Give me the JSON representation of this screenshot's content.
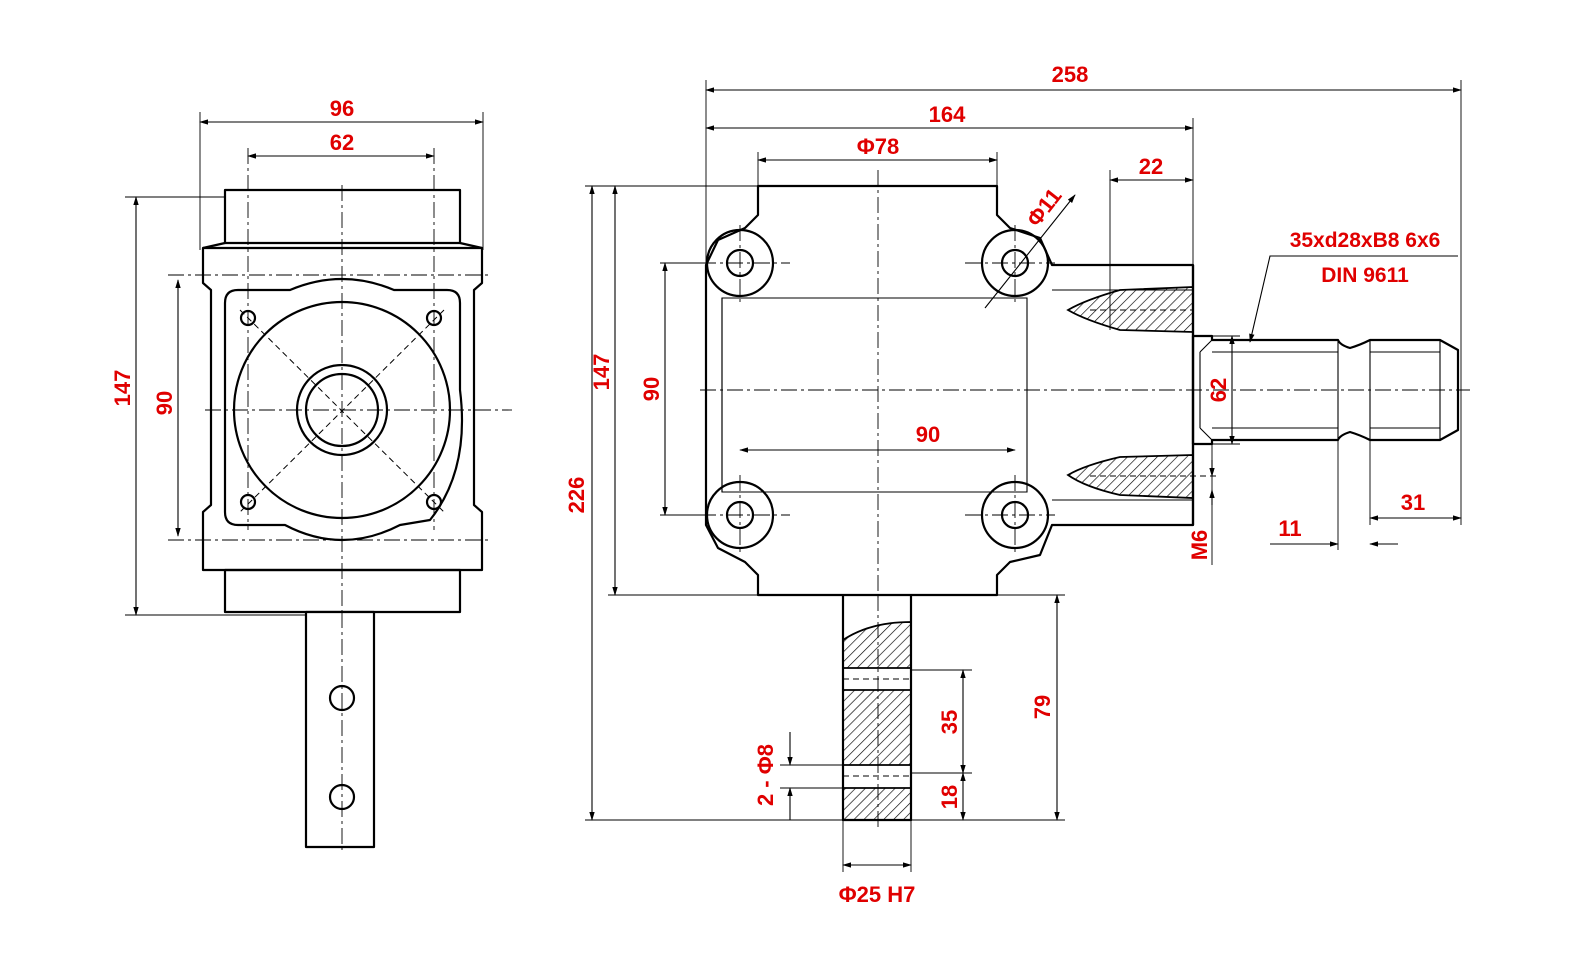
{
  "colors": {
    "dimension_text": "#e00000",
    "line": "#000000",
    "background": "#ffffff"
  },
  "left_view": {
    "width_96": "96",
    "bolt_spacing_62": "62",
    "height_147": "147",
    "bolt_spacing_90": "90"
  },
  "front_view": {
    "overall_length": "258",
    "body_length": "164",
    "bore_diameter": "Φ78",
    "mount_hole": "Φ11",
    "flange_offset": "22",
    "spline_spec_line1": "35xd28xB8 6x6",
    "spline_spec_line2": "DIN 9611",
    "height_147": "147",
    "bolt_spacing_90_vertical": "90",
    "bolt_spacing_90_horizontal": "90",
    "overall_height": "226",
    "flange_diameter": "62",
    "thread": "M6",
    "spline_length": "31",
    "groove_width": "11",
    "output_shaft_length": "79",
    "hole_spacing": "35",
    "hole_diameter": "2 - Φ8",
    "hole_offset": "18",
    "output_bore": "Φ25 H7"
  }
}
